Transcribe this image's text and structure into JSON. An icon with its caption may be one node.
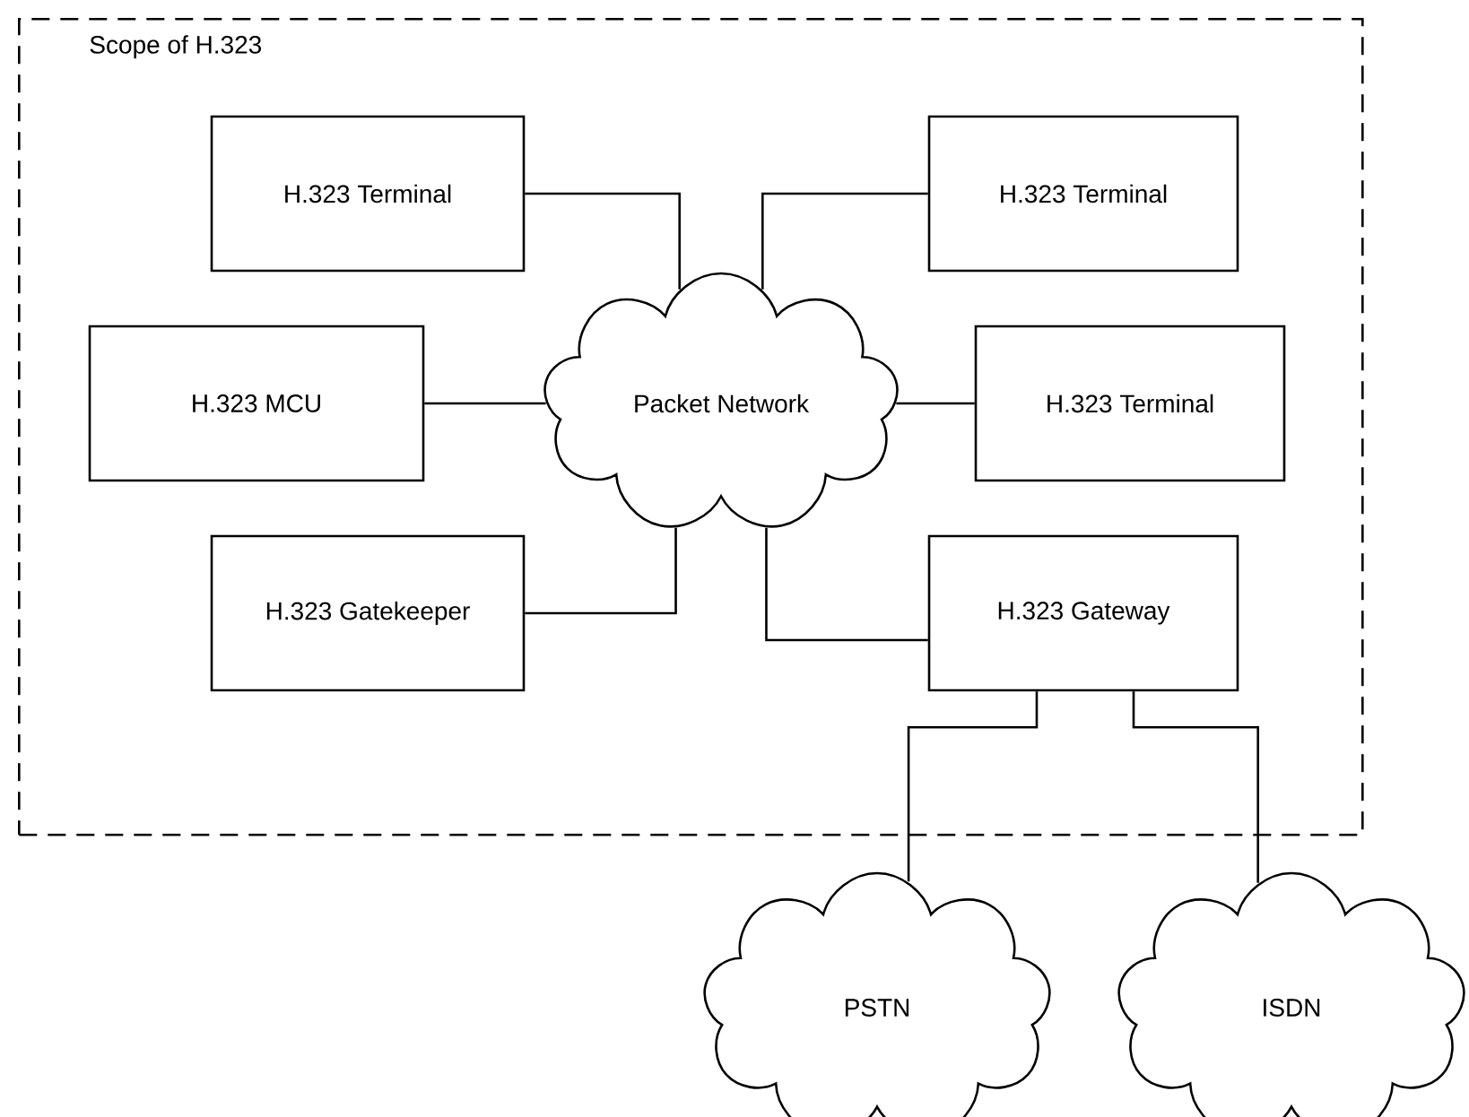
{
  "diagram": {
    "nodes": [
      {
        "text": [
          "Scope of H.323"
        ]
      },
      {
        "text": [
          "H.323 Terminal"
        ],
        "in": 0
      },
      {
        "text": [
          "H.323 Terminal"
        ],
        "in": 0
      },
      {
        "text": [
          "H.323 MCU"
        ],
        "in": 0
      },
      {
        "text": [
          "Packet Network"
        ],
        "in": 0
      },
      {
        "text": [
          "H.323 Terminal"
        ],
        "in": 0
      },
      {
        "text": [
          "H.323 Gatekeeper"
        ],
        "in": 0
      },
      {
        "text": [
          "H.323 Gateway"
        ],
        "in": 0
      },
      {
        "text": [
          "PSTN"
        ]
      },
      {
        "text": [
          "ISDN"
        ]
      }
    ],
    "edges": [
      {
        "from": 1,
        "to": 4,
        "arrow": "none"
      },
      {
        "from": 2,
        "to": 4,
        "arrow": "none"
      },
      {
        "from": 3,
        "to": 4,
        "arrow": "none"
      },
      {
        "from": 5,
        "to": 4,
        "arrow": "none"
      },
      {
        "from": 6,
        "to": 4,
        "arrow": "none"
      },
      {
        "from": 7,
        "to": 4,
        "arrow": "none"
      },
      {
        "from": 7,
        "to": 8,
        "arrow": "none"
      },
      {
        "from": 7,
        "to": 9,
        "arrow": "none"
      }
    ]
  }
}
